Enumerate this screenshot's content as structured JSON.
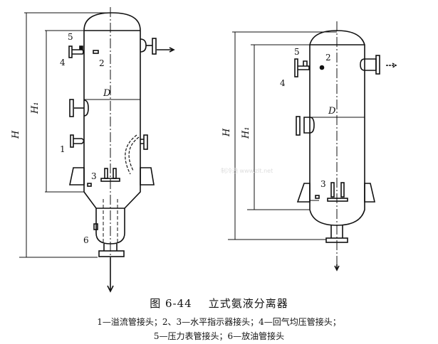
{
  "figure": {
    "number": "图 6-44",
    "title": "立式氨液分离器",
    "legend_line1": "1—溢流管接头；2、3—水平指示器接头；4—回气均压管接头；",
    "legend_line2": "5—压力表管接头；6—放油管接头"
  },
  "labels": {
    "H": "H",
    "H1": "H₁",
    "D": "D",
    "n1": "1",
    "n2": "2",
    "n3": "3",
    "n4": "4",
    "n5": "5",
    "n6": "6"
  },
  "watermark": "制冷通 www.zlt.net"
}
